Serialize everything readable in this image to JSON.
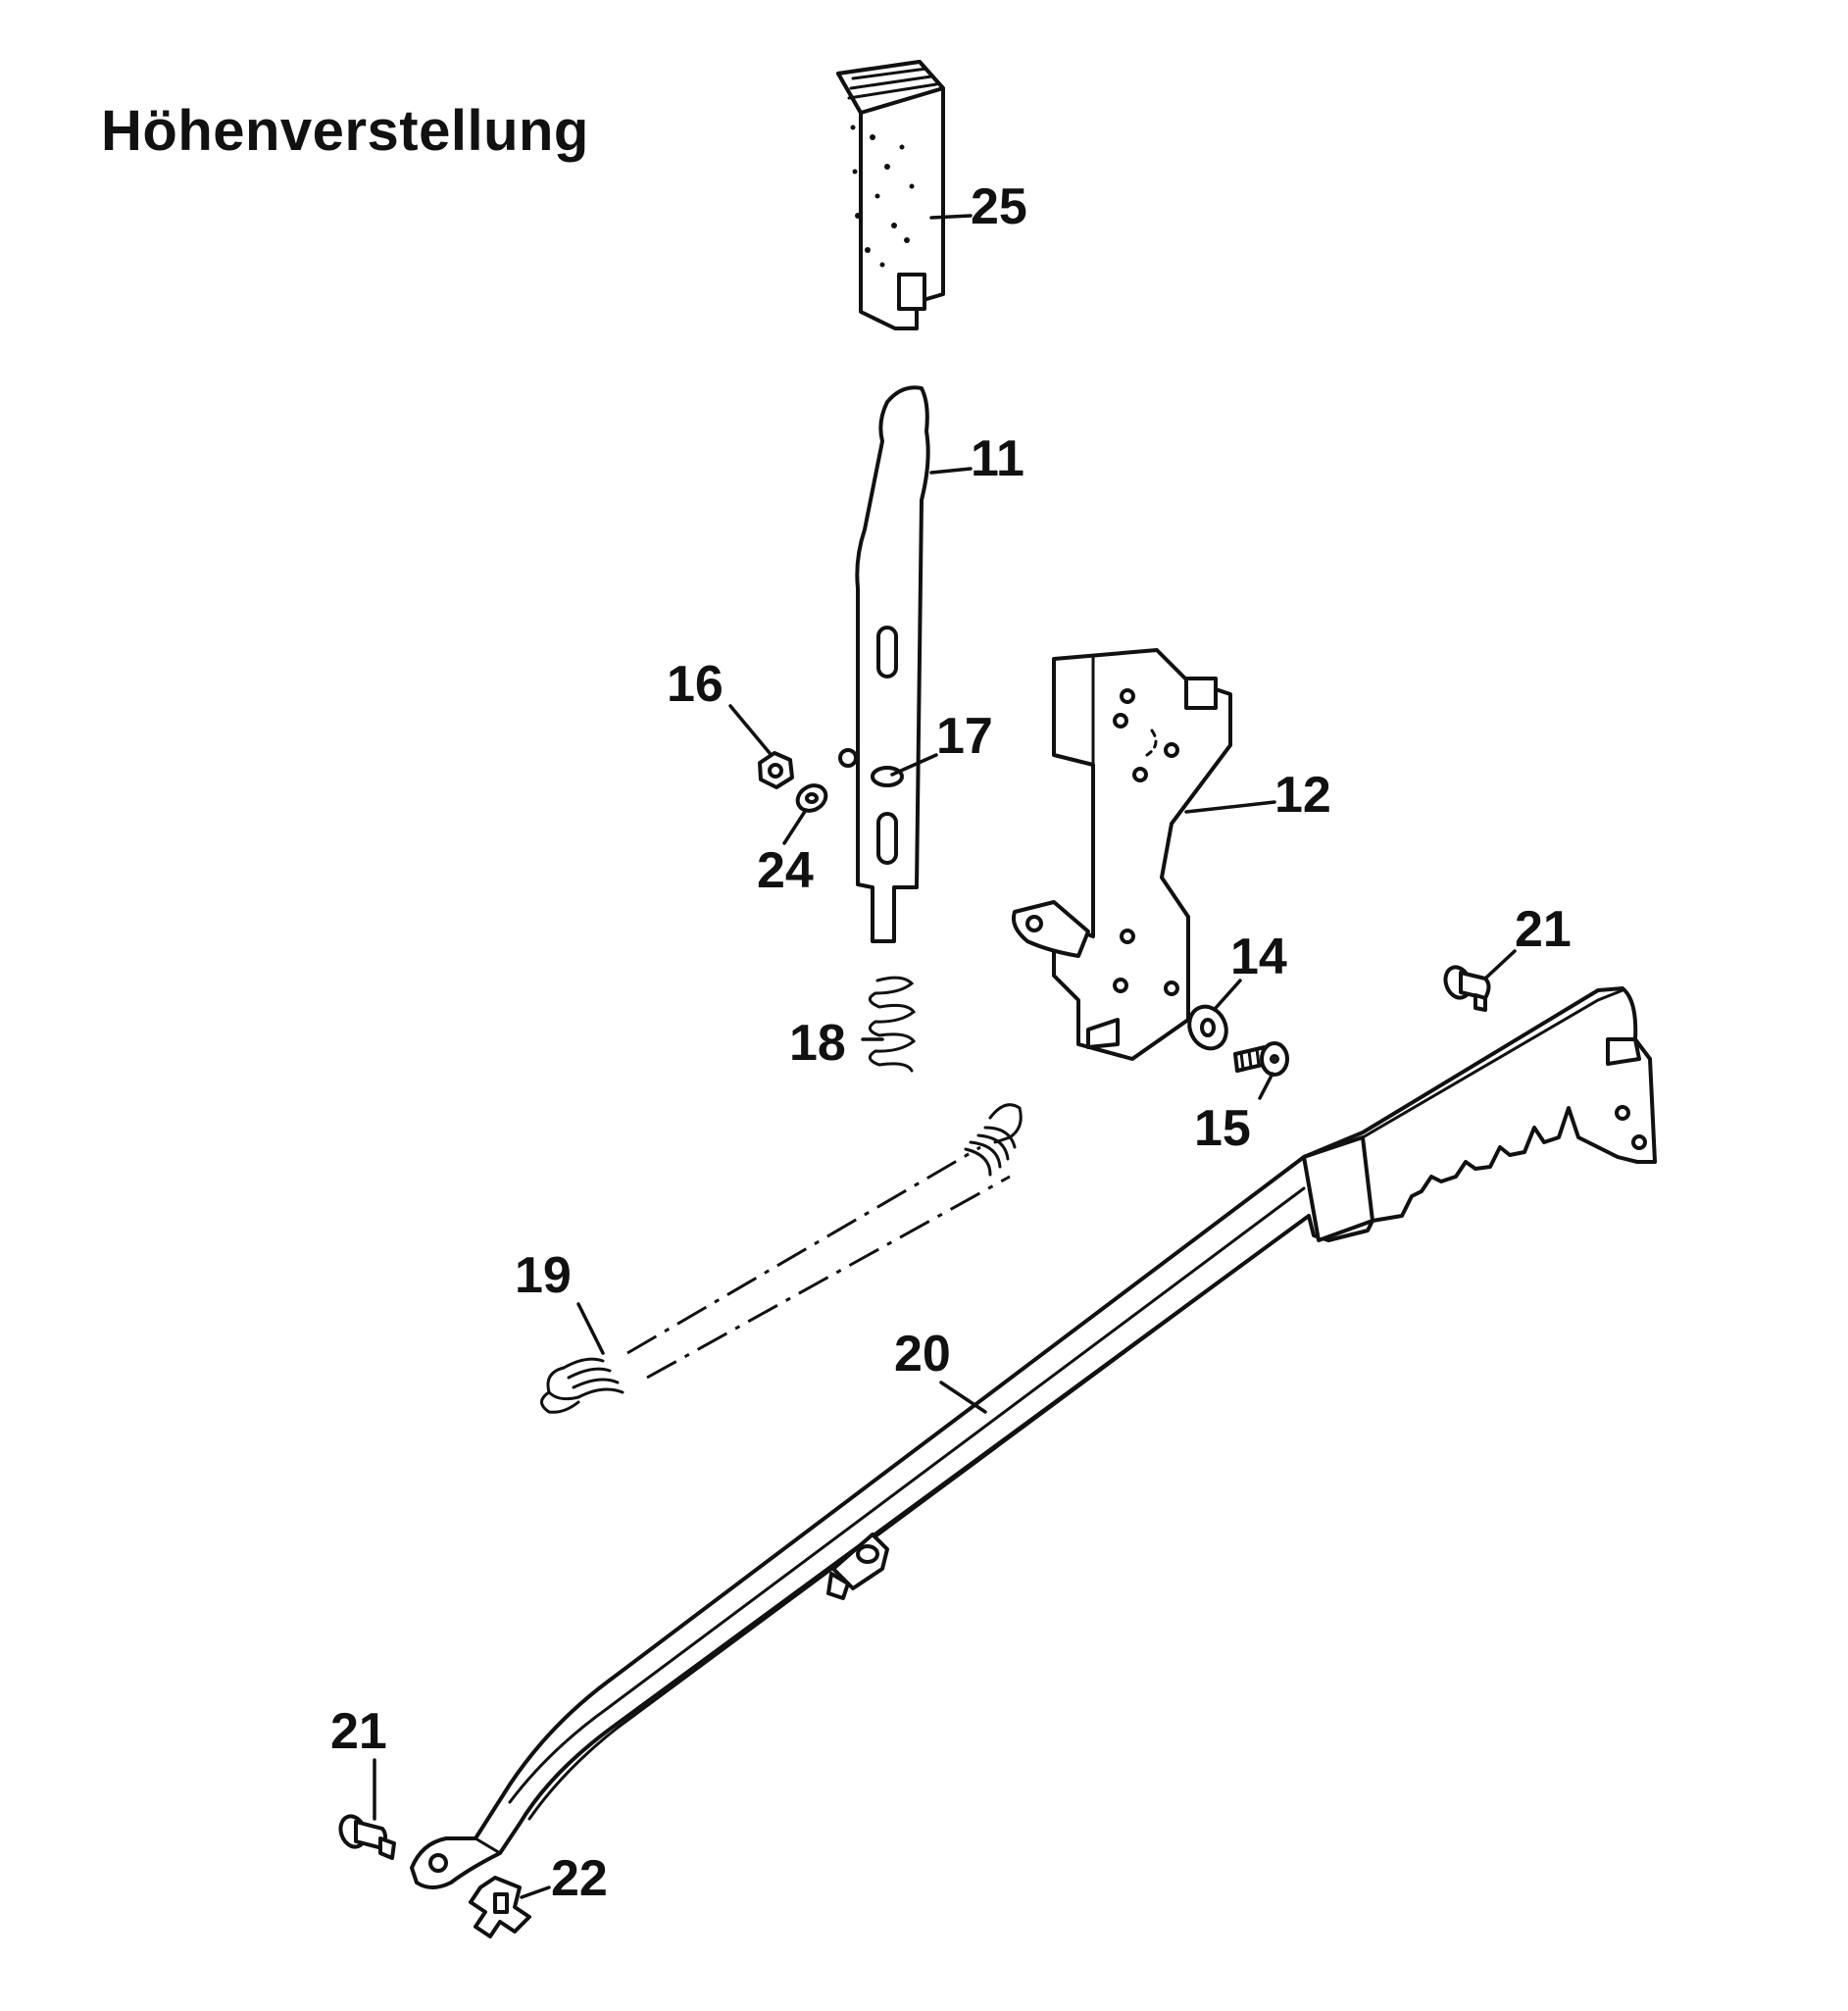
{
  "title": "Höhenverstellung",
  "callouts": [
    {
      "id": "25",
      "label": "25"
    },
    {
      "id": "11",
      "label": "11"
    },
    {
      "id": "16",
      "label": "16"
    },
    {
      "id": "17",
      "label": "17"
    },
    {
      "id": "12",
      "label": "12"
    },
    {
      "id": "24",
      "label": "24"
    },
    {
      "id": "14",
      "label": "14"
    },
    {
      "id": "21a",
      "label": "21"
    },
    {
      "id": "18",
      "label": "18"
    },
    {
      "id": "15",
      "label": "15"
    },
    {
      "id": "19",
      "label": "19"
    },
    {
      "id": "20",
      "label": "20"
    },
    {
      "id": "21b",
      "label": "21"
    },
    {
      "id": "22",
      "label": "22"
    }
  ]
}
